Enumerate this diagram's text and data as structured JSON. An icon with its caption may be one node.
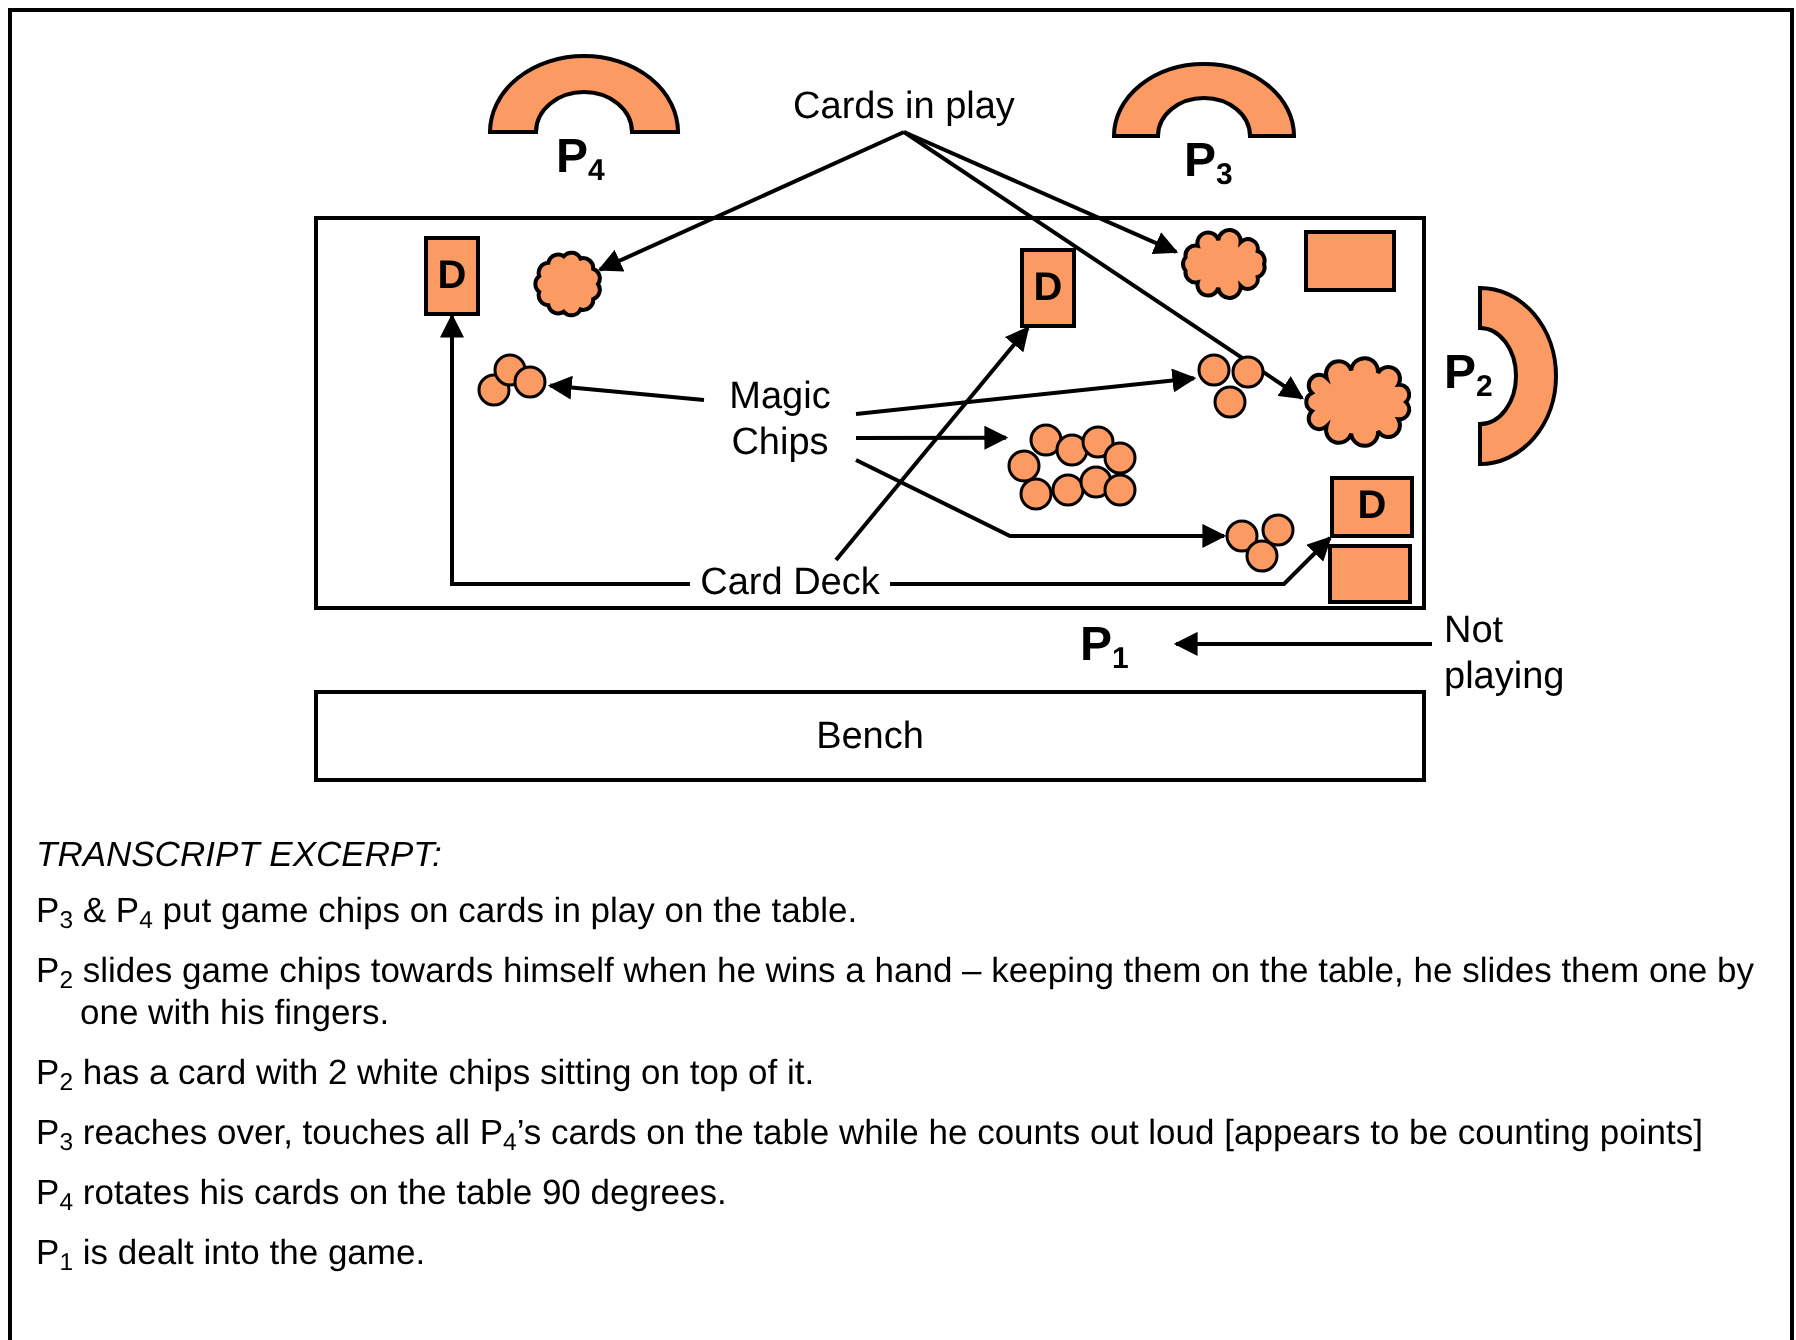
{
  "diagram": {
    "nodes": [
      {
        "text": [],
        "shape": "box"
      },
      {
        "text": [
          "D"
        ],
        "in": 0
      },
      {
        "text": [],
        "shape": "cloud",
        "in": 0
      },
      {
        "text": [
          "D"
        ],
        "in": 0
      },
      {
        "text": [],
        "shape": "cloud",
        "in": 0
      },
      {
        "text": [],
        "shape": "box",
        "in": 0
      },
      {
        "text": [],
        "shape": "circle",
        "in": 0
      },
      {
        "text": [],
        "shape": "circle",
        "in": 0
      },
      {
        "text": [],
        "shape": "cloud",
        "in": 0
      },
      {
        "text": [],
        "shape": "circle",
        "in": 0
      },
      {
        "text": [],
        "shape": "circle",
        "in": 0
      },
      {
        "text": [
          "D"
        ],
        "in": 0
      },
      {
        "text": [],
        "shape": "box",
        "in": 0
      },
      {
        "text": [
          "Magic Chips"
        ],
        "in": 0
      },
      {
        "text": [
          "Card Deck"
        ],
        "in": 0
      },
      {
        "text": [
          "Cards in play"
        ]
      },
      {
        "text": [
          "P$_{4}$"
        ]
      },
      {
        "text": [
          "P$_{3}$"
        ]
      },
      {
        "text": [
          "P$_{2}$"
        ]
      },
      {
        "text": [
          "P$_{1}$"
        ]
      },
      {
        "text": [
          "Not playing"
        ]
      },
      {
        "text": [
          "Bench"
        ]
      }
    ],
    "edges": [
      {
        "from": 15,
        "to": 2,
        "arrow": "to"
      },
      {
        "from": 15,
        "to": 4,
        "arrow": "to"
      },
      {
        "from": 15,
        "to": 8,
        "arrow": "to"
      },
      {
        "from": 13,
        "to": 6,
        "arrow": "to"
      },
      {
        "from": 13,
        "to": 7,
        "arrow": "to"
      },
      {
        "from": 13,
        "to": 9,
        "arrow": "to"
      },
      {
        "from": 13,
        "to": 10,
        "arrow": "to"
      },
      {
        "from": 14,
        "to": 1,
        "arrow": "to"
      },
      {
        "from": 14,
        "to": 3,
        "arrow": "to"
      },
      {
        "from": 14,
        "to": 11,
        "arrow": "to"
      },
      {
        "from": 20,
        "to": 19,
        "arrow": "to"
      }
    ],
    "labels": [
      "TRANSCRIPT EXCERPT:",
      "P$_{3}$ & P$_{4}$ put game chips on cards in play on the table.",
      "P$_{2}$ slides game chips towards himself when he wins a hand – keeping them on the table, he slides them one by one with his fingers.",
      "P$_{2}$ has a card with 2 white chips sitting on top of it.",
      "P$_{3}$ reaches over, touches all P$_{4}$’s cards on the table while he counts out loud [appears to be counting points]",
      "P$_{4}$ rotates his cards on the table 90 degrees.",
      "P$_{1}$ is dealt into the game."
    ]
  }
}
